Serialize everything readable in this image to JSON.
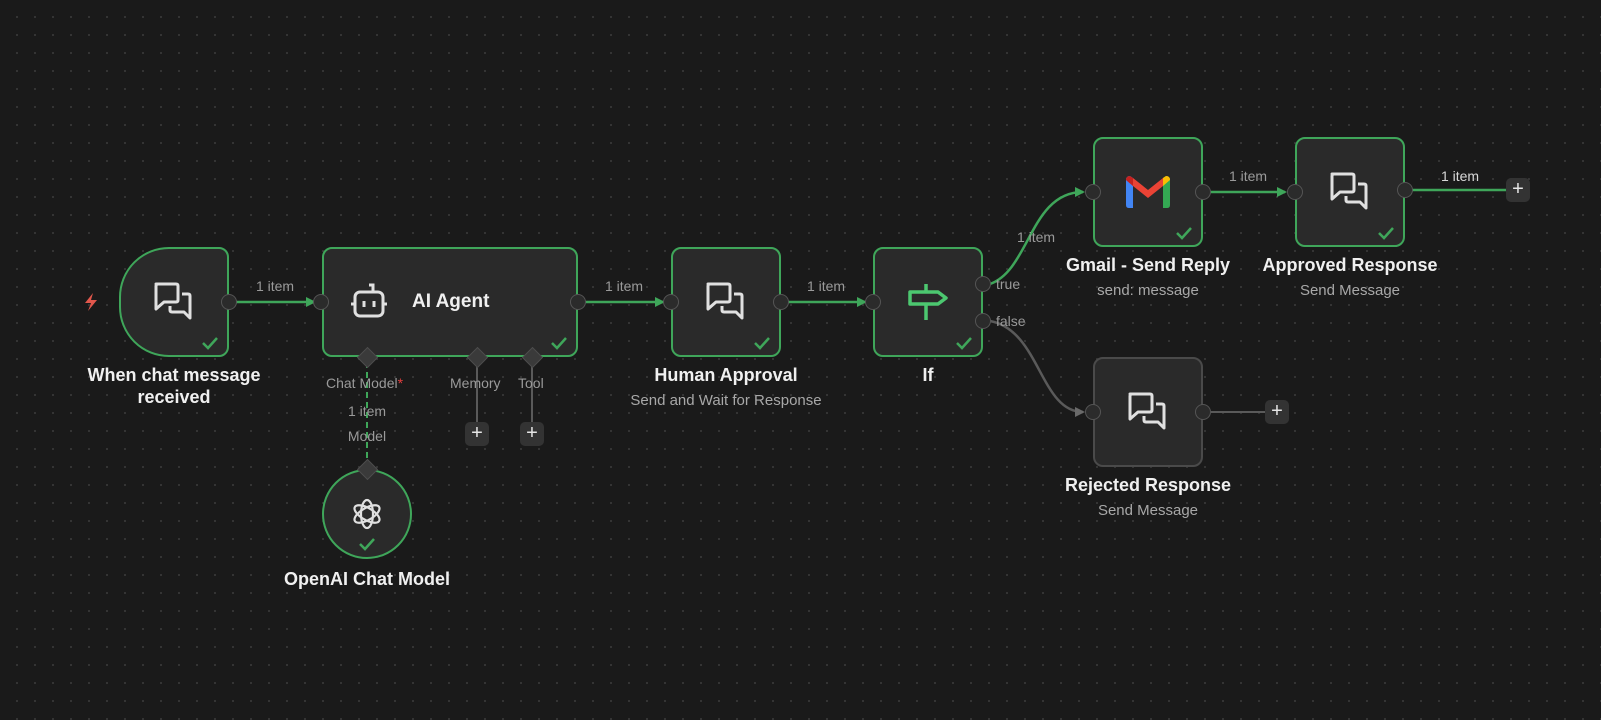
{
  "canvas": {
    "theme_colors": {
      "background": "#1a1a1a",
      "success": "#3fa65a",
      "node_bg": "#2a2a2a",
      "error_trigger": "#e2574c"
    }
  },
  "nodes": {
    "trigger": {
      "title_line1": "When chat message",
      "title_line2": "received",
      "icon": "chat-bubbles-icon",
      "status": "success"
    },
    "agent": {
      "label": "AI Agent",
      "icon": "robot-icon",
      "status": "success",
      "ports": {
        "chat_model": "Chat Model",
        "chat_model_required": "*",
        "memory": "Memory",
        "tool": "Tool"
      }
    },
    "openai": {
      "title": "OpenAI Chat Model",
      "icon": "openai-icon",
      "status": "success"
    },
    "human": {
      "title": "Human Approval",
      "subtitle": "Send and Wait for Response",
      "icon": "chat-bubbles-icon",
      "status": "success"
    },
    "if": {
      "title": "If",
      "icon": "signpost-icon",
      "status": "success",
      "true_label": "true",
      "false_label": "false"
    },
    "gmail": {
      "title": "Gmail - Send Reply",
      "subtitle": "send: message",
      "icon": "gmail-icon",
      "status": "success"
    },
    "approved": {
      "title": "Approved Response",
      "subtitle": "Send Message",
      "icon": "chat-bubbles-icon",
      "status": "success"
    },
    "rejected": {
      "title": "Rejected Response",
      "subtitle": "Send Message",
      "icon": "chat-bubbles-icon",
      "status": "idle"
    }
  },
  "edges": {
    "trigger_agent": "1 item",
    "agent_human": "1 item",
    "human_if": "1 item",
    "if_gmail": "1 item",
    "gmail_approved": "1 item",
    "approved_out": "1 item",
    "model_item": "1 item",
    "model_port": "Model"
  },
  "plus_label": "+"
}
